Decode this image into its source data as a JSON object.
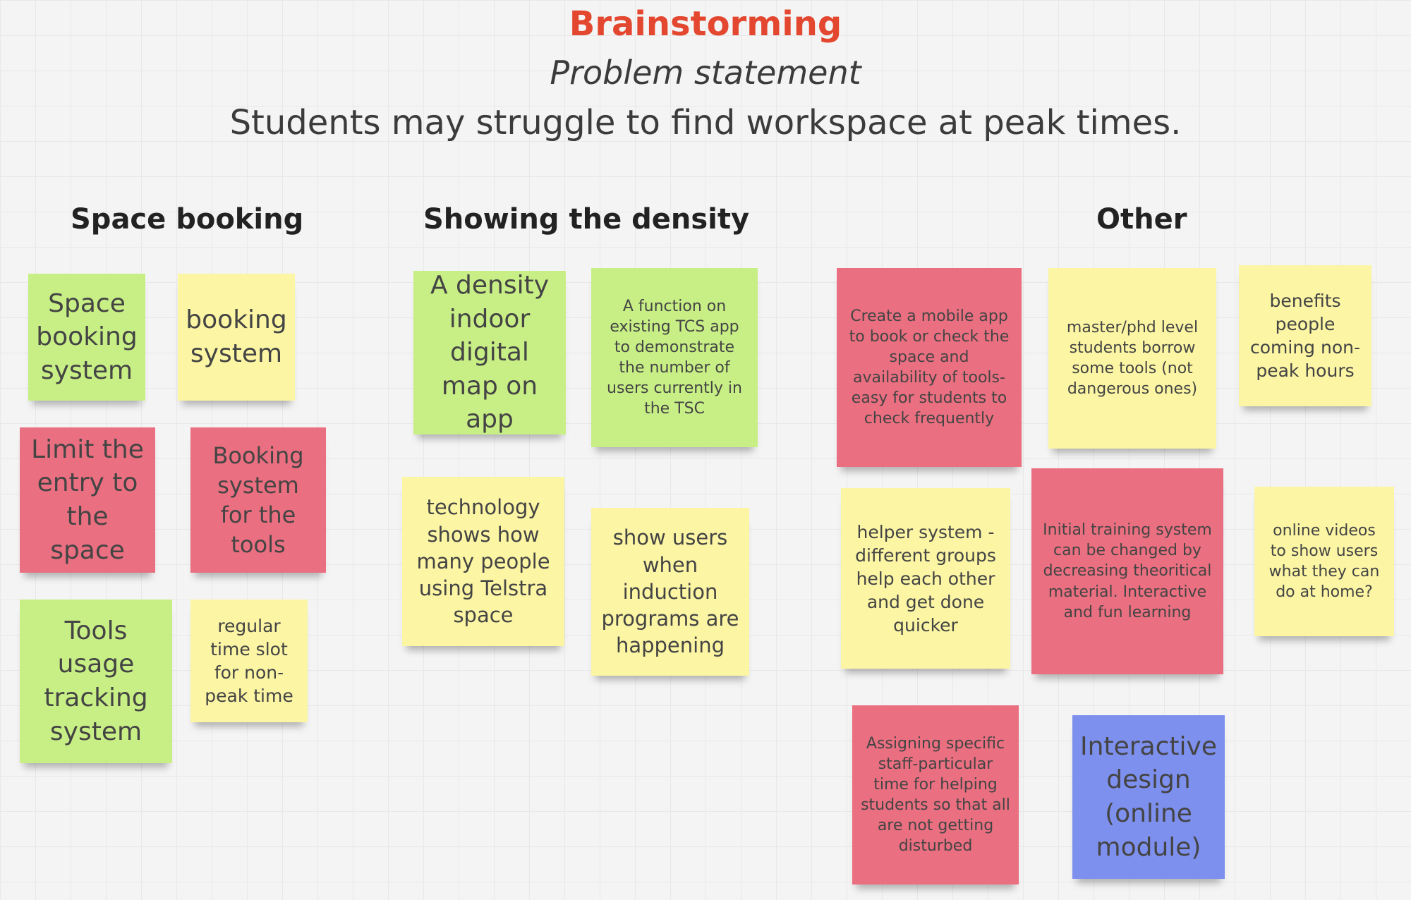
{
  "board": {
    "title": "Brainstorming",
    "subtitle": "Problem statement",
    "statement": "Students may struggle to find workspace at peak times."
  },
  "columns": [
    {
      "heading": "Space booking",
      "notes": [
        {
          "text": "Space booking system",
          "color": "green"
        },
        {
          "text": "booking system",
          "color": "yellow"
        },
        {
          "text": "Limit the entry to the space",
          "color": "red"
        },
        {
          "text": "Booking system for the tools",
          "color": "red"
        },
        {
          "text": "Tools usage tracking system",
          "color": "green"
        },
        {
          "text": "regular time slot for non-peak time",
          "color": "yellow"
        }
      ]
    },
    {
      "heading": "Showing the density",
      "notes": [
        {
          "text": "A density indoor digital map on app",
          "color": "green"
        },
        {
          "text": "A function on existing TCS app to demonstrate the number of users currently in the TSC",
          "color": "green"
        },
        {
          "text": "technology shows how many people using Telstra space",
          "color": "yellow"
        },
        {
          "text": "show users when induction programs are happening",
          "color": "yellow"
        }
      ]
    },
    {
      "heading": "Other",
      "notes": [
        {
          "text": "Create a mobile app to book or check the space and availability of tools-easy for students to check frequently",
          "color": "red"
        },
        {
          "text": "master/phd level students borrow some tools (not dangerous ones)",
          "color": "yellow"
        },
        {
          "text": "benefits people coming non-peak hours",
          "color": "yellow"
        },
        {
          "text": "helper system - different groups help each other and get done quicker",
          "color": "yellow"
        },
        {
          "text": "Initial training system can be changed by decreasing theoritical material. Interactive and fun learning",
          "color": "red"
        },
        {
          "text": "online videos to show users what they can do at home?",
          "color": "yellow"
        },
        {
          "text": "Assigning specific staff-particular time for helping students so that all are not getting disturbed",
          "color": "red"
        },
        {
          "text": "Interactive design (online module)",
          "color": "blue"
        }
      ]
    }
  ],
  "colors": {
    "title": "#e4472f",
    "green": "#c8ef86",
    "yellow": "#fbf5a4",
    "red": "#ea6f80",
    "blue": "#7e90ee"
  }
}
